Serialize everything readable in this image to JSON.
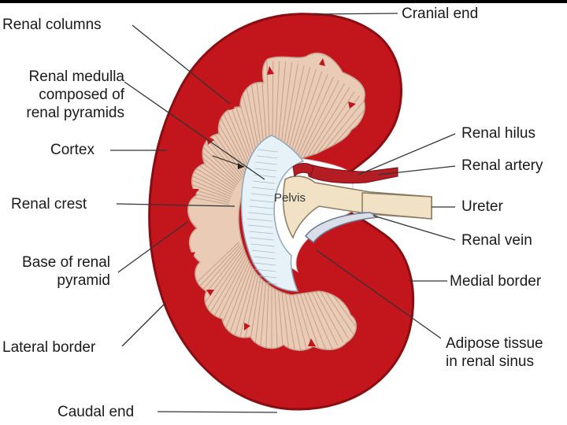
{
  "labels": {
    "renal_columns": "Renal columns",
    "renal_medulla": [
      "Renal medulla",
      "composed of",
      "renal pyramids"
    ],
    "cortex": "Cortex",
    "renal_crest": "Renal crest",
    "base_of_renal_pyramid": [
      "Base of renal",
      "pyramid"
    ],
    "lateral_border": "Lateral border",
    "caudal_end": "Caudal end",
    "cranial_end": "Cranial end",
    "renal_hilus": "Renal hilus",
    "renal_artery": "Renal artery",
    "ureter": "Ureter",
    "renal_vein": "Renal vein",
    "medial_border": "Medial border",
    "adipose_tissue": [
      "Adipose tissue",
      "in renal sinus"
    ],
    "pelvis": "Pelvis"
  },
  "colors": {
    "cortex": "#c3161c",
    "cortex_dark": "#8a0d12",
    "medulla": "#e9cbb6",
    "medulla_lines": "#b8917c",
    "pelvis": "#e6f1f8",
    "ureter": "#f2e2c5",
    "vessel": "#b41d24",
    "vein": "#7a8ca8"
  }
}
